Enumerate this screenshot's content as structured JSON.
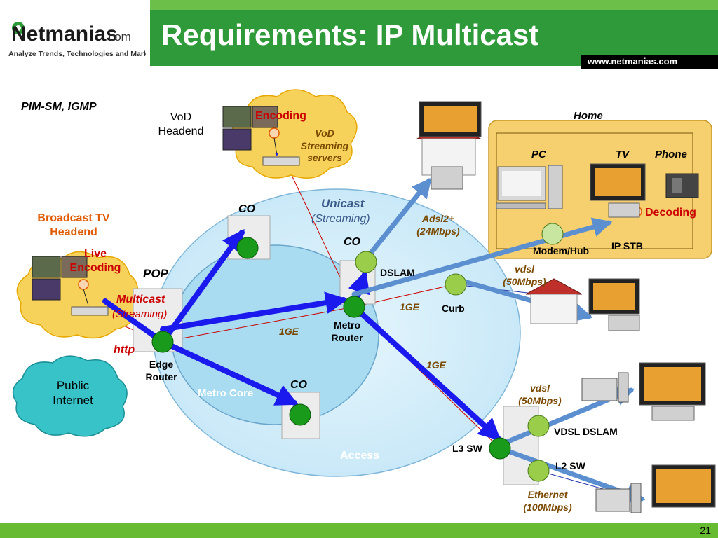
{
  "header": {
    "logo_text": "Netmanias",
    "logo_suffix": ".com",
    "logo_tagline": "Analyze Trends, Technologies and Market",
    "title": "Requirements: IP Multicast",
    "website": "www.netmanias.com"
  },
  "page_number": "21",
  "protocols": "PIM-SM, IGMP",
  "vod": {
    "headend": [
      "VoD",
      "Headend"
    ],
    "encoding": "Encoding",
    "servers": [
      "VoD",
      "Streaming",
      "servers"
    ]
  },
  "broadcast": {
    "headend": [
      "Broadcast TV",
      "Headend"
    ],
    "live_encoding": [
      "Live",
      "Encoding"
    ]
  },
  "public_internet": [
    "Public",
    "Internet"
  ],
  "network": {
    "pop": "POP",
    "multicast": "Multicast",
    "multicast_sub": "(Streaming)",
    "http": "http",
    "edge_router": [
      "Edge",
      "Router"
    ],
    "metro_core": "Metro Core",
    "co_top": "CO",
    "co_mid": "CO",
    "co_bottom": "CO",
    "unicast": "Unicast",
    "unicast_sub": "(Streaming)",
    "metro_router": [
      "Metro",
      "Router"
    ],
    "dslam": "DSLAM",
    "curb": "Curb",
    "access": "Access",
    "link_1ge_a": "1GE",
    "link_1ge_b": "1GE",
    "link_1ge_c": "1GE",
    "adsl": [
      "Adsl2+",
      "(24Mbps)"
    ],
    "vdsl_curb": [
      "vdsl",
      "(50Mbps)"
    ],
    "vdsl_dslam": [
      "vdsl",
      "(50Mbps)"
    ],
    "vdsl_dslam_label": "VDSL DSLAM",
    "l3sw": "L3 SW",
    "l2sw": "L2 SW",
    "ethernet": [
      "Ethernet",
      "(100Mbps)"
    ]
  },
  "home": {
    "title": "Home",
    "pc": "PC",
    "tv": "TV",
    "phone": "Phone",
    "decoding": "Decoding",
    "modem_hub": "Modem/Hub",
    "ip_stb": "IP STB"
  },
  "colors": {
    "title_green": "#2e9a3a",
    "multicast_blue": "#1a1aee",
    "unicast_blue": "#5b8fd0",
    "node_green": "#1a9a1a",
    "label_red": "#cc0000",
    "headend_orange": "#e05a00",
    "cloud_yellow": "#f7d25a",
    "cloud_teal": "#38c3c8",
    "access_blue": "#d4eefa",
    "home_box": "#f6cf6e"
  }
}
